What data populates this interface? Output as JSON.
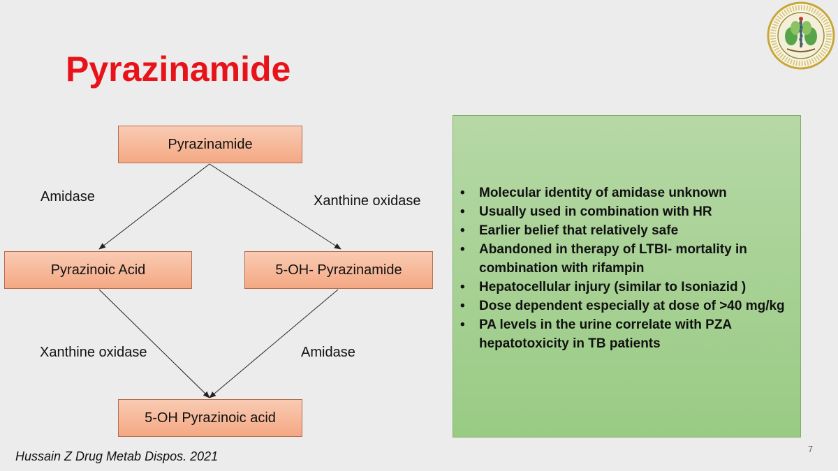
{
  "slide": {
    "title": "Pyrazinamide",
    "page_number": "7",
    "citation": "Hussain Z Drug Metab Dispos. 2021"
  },
  "diagram": {
    "nodes": {
      "pyrazinamide": "Pyrazinamide",
      "pyrazinoic_acid": "Pyrazinoic Acid",
      "oh_pyrazinamide": "5-OH- Pyrazinamide",
      "oh_pyrazinoic_acid": "5-OH Pyrazinoic acid"
    },
    "edges": [
      {
        "from": "pyrazinamide",
        "to": "pyrazinoic_acid",
        "label": "Amidase"
      },
      {
        "from": "pyrazinamide",
        "to": "oh_pyrazinamide",
        "label": "Xanthine oxidase"
      },
      {
        "from": "pyrazinoic_acid",
        "to": "oh_pyrazinoic_acid",
        "label": "Xanthine oxidase"
      },
      {
        "from": "oh_pyrazinamide",
        "to": "oh_pyrazinoic_acid",
        "label": "Amidase"
      }
    ],
    "node_color": "#f4a883",
    "arrow_color": "#222222"
  },
  "panel": {
    "bullets": [
      "Molecular identity of amidase unknown",
      "Usually used in combination with HR",
      "Earlier belief that relatively safe",
      "Abandoned in therapy of LTBI- mortality in combination with rifampin",
      "Hepatocellular injury (similar to Isoniazid )",
      "Dose dependent especially at dose of >40 mg/kg",
      "PA levels in the urine correlate with PZA hepatotoxicity in TB patients"
    ],
    "background_color": "#a8d295"
  },
  "colors": {
    "title": "#e8131a",
    "background": "#ececec"
  },
  "logo": {
    "icon": "institute-seal-icon",
    "ring_text": "POSTGRADUATE INSTITUTE OF MEDICAL EDUCATION AND RESEARCH CHANDIGARH"
  }
}
